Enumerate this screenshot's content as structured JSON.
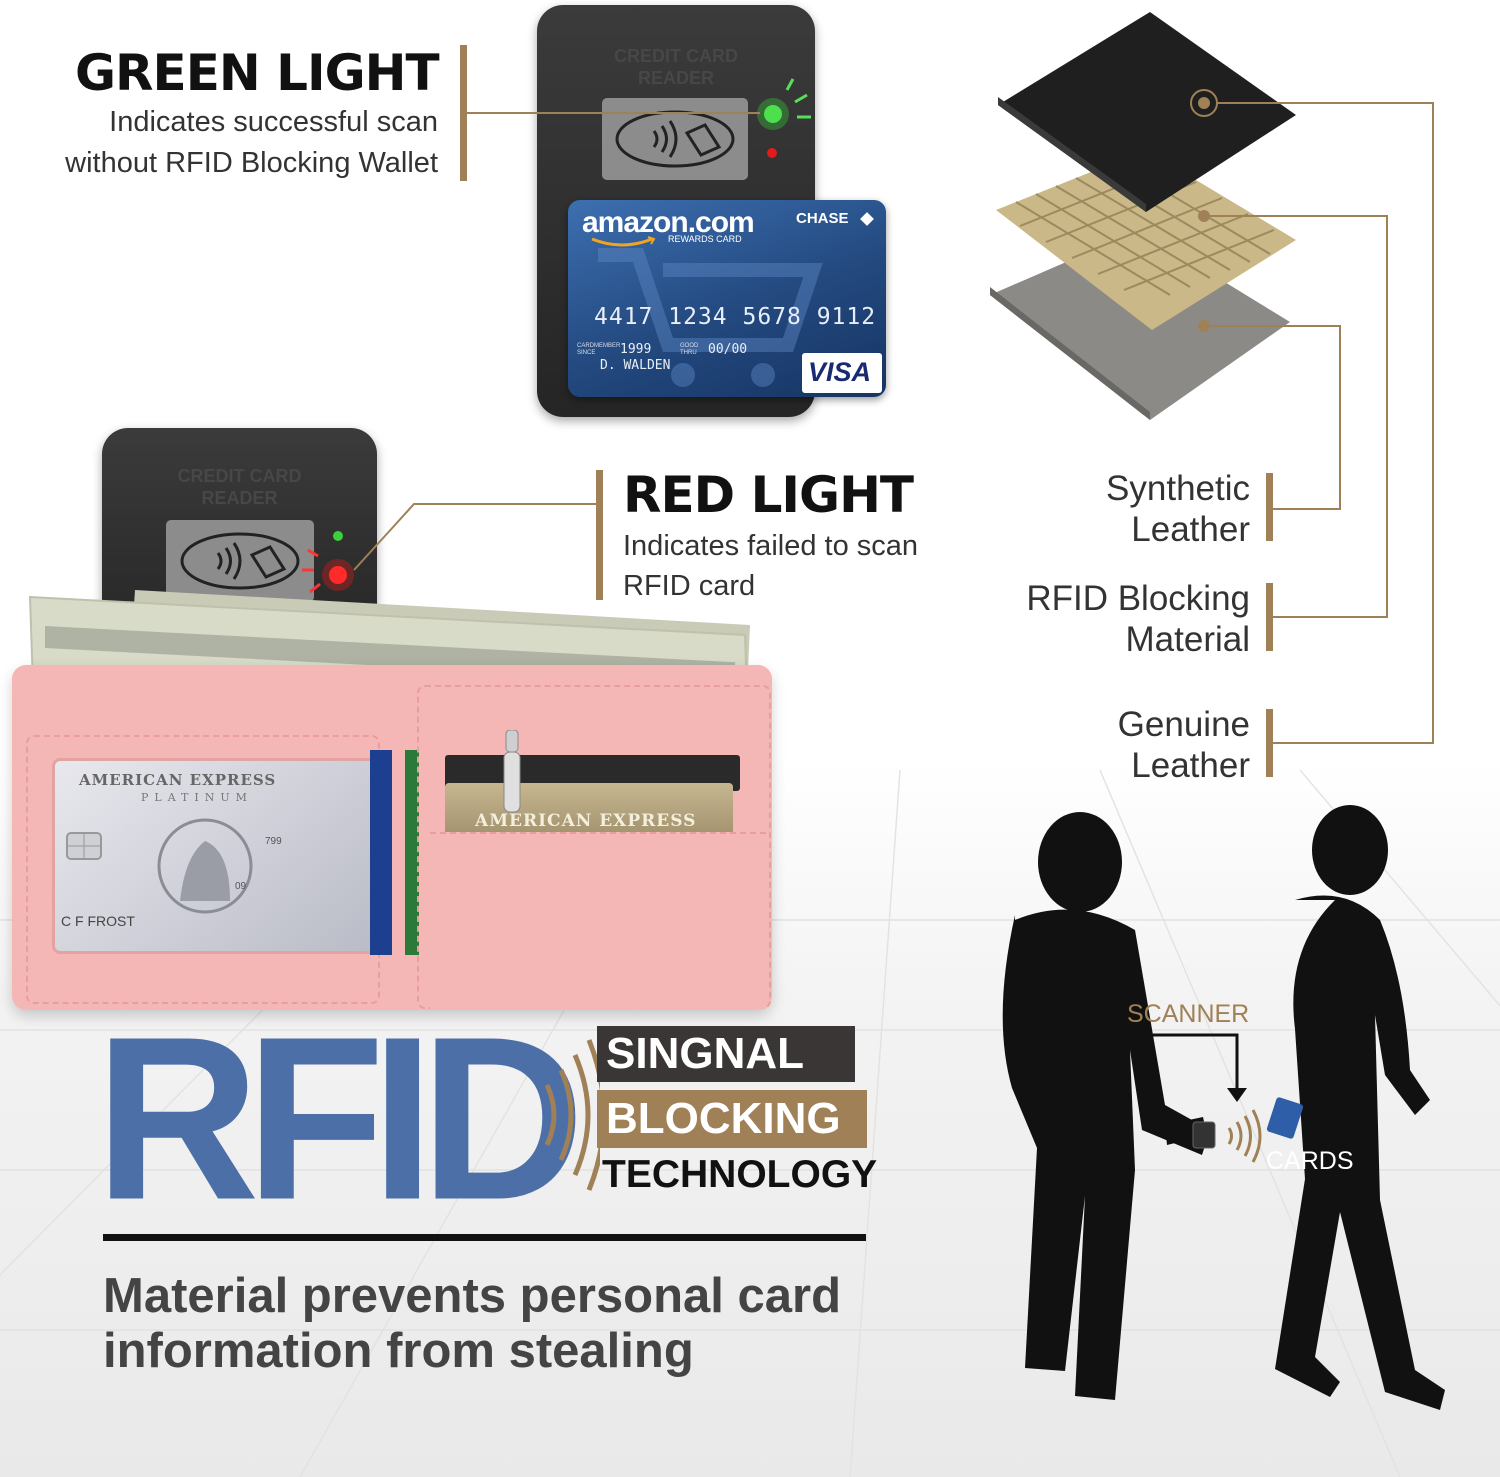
{
  "green_light": {
    "title": "GREEN LIGHT",
    "desc_line1": "Indicates successful scan",
    "desc_line2": "without RFID Blocking Wallet"
  },
  "red_light": {
    "title": "RED LIGHT",
    "desc_line1": "Indicates failed to scan",
    "desc_line2": "RFID card"
  },
  "reader": {
    "label_line1": "CREDIT CARD",
    "label_line2": "READER"
  },
  "credit_card": {
    "brand": "amazon.com",
    "subtitle": "REWARDS CARD",
    "bank": "CHASE",
    "number": "4417 1234 5678 9112",
    "since_label": "CARDMEMBER SINCE",
    "since": "1999",
    "thru_label": "GOOD THRU",
    "expiry": "00/00",
    "holder": "D. WALDEN",
    "network": "VISA"
  },
  "materials": [
    {
      "line1": "Synthetic",
      "line2": "Leather"
    },
    {
      "line1": "RFID Blocking",
      "line2": "Material"
    },
    {
      "line1": "Genuine",
      "line2": "Leather"
    }
  ],
  "wallet": {
    "amex_id_title": "AMERICAN EXPRESS",
    "amex_id_sub": "PLATINUM",
    "amex_id_name": "C F FROST",
    "amex_id_num": "799",
    "amex_id_exp": "09",
    "amex_card": "AMERICAN EXPRESS"
  },
  "rfid_logo": {
    "big": "RFID",
    "line1": "SINGNAL",
    "line2": "BLOCKING",
    "line3": "TECHNOLOGY"
  },
  "bottom": {
    "line1": "Material prevents personal card",
    "line2": "information from stealing"
  },
  "scene": {
    "scanner_label": "SCANNER",
    "cards_label": "CARDS"
  },
  "colors": {
    "gold": "#a08056",
    "rfid_blue": "#4d6fa8",
    "tag_dark": "#3b3636",
    "wallet_pink": "#f4b7b5",
    "green_led": "#3ad13a",
    "red_led": "#e21b1b"
  }
}
